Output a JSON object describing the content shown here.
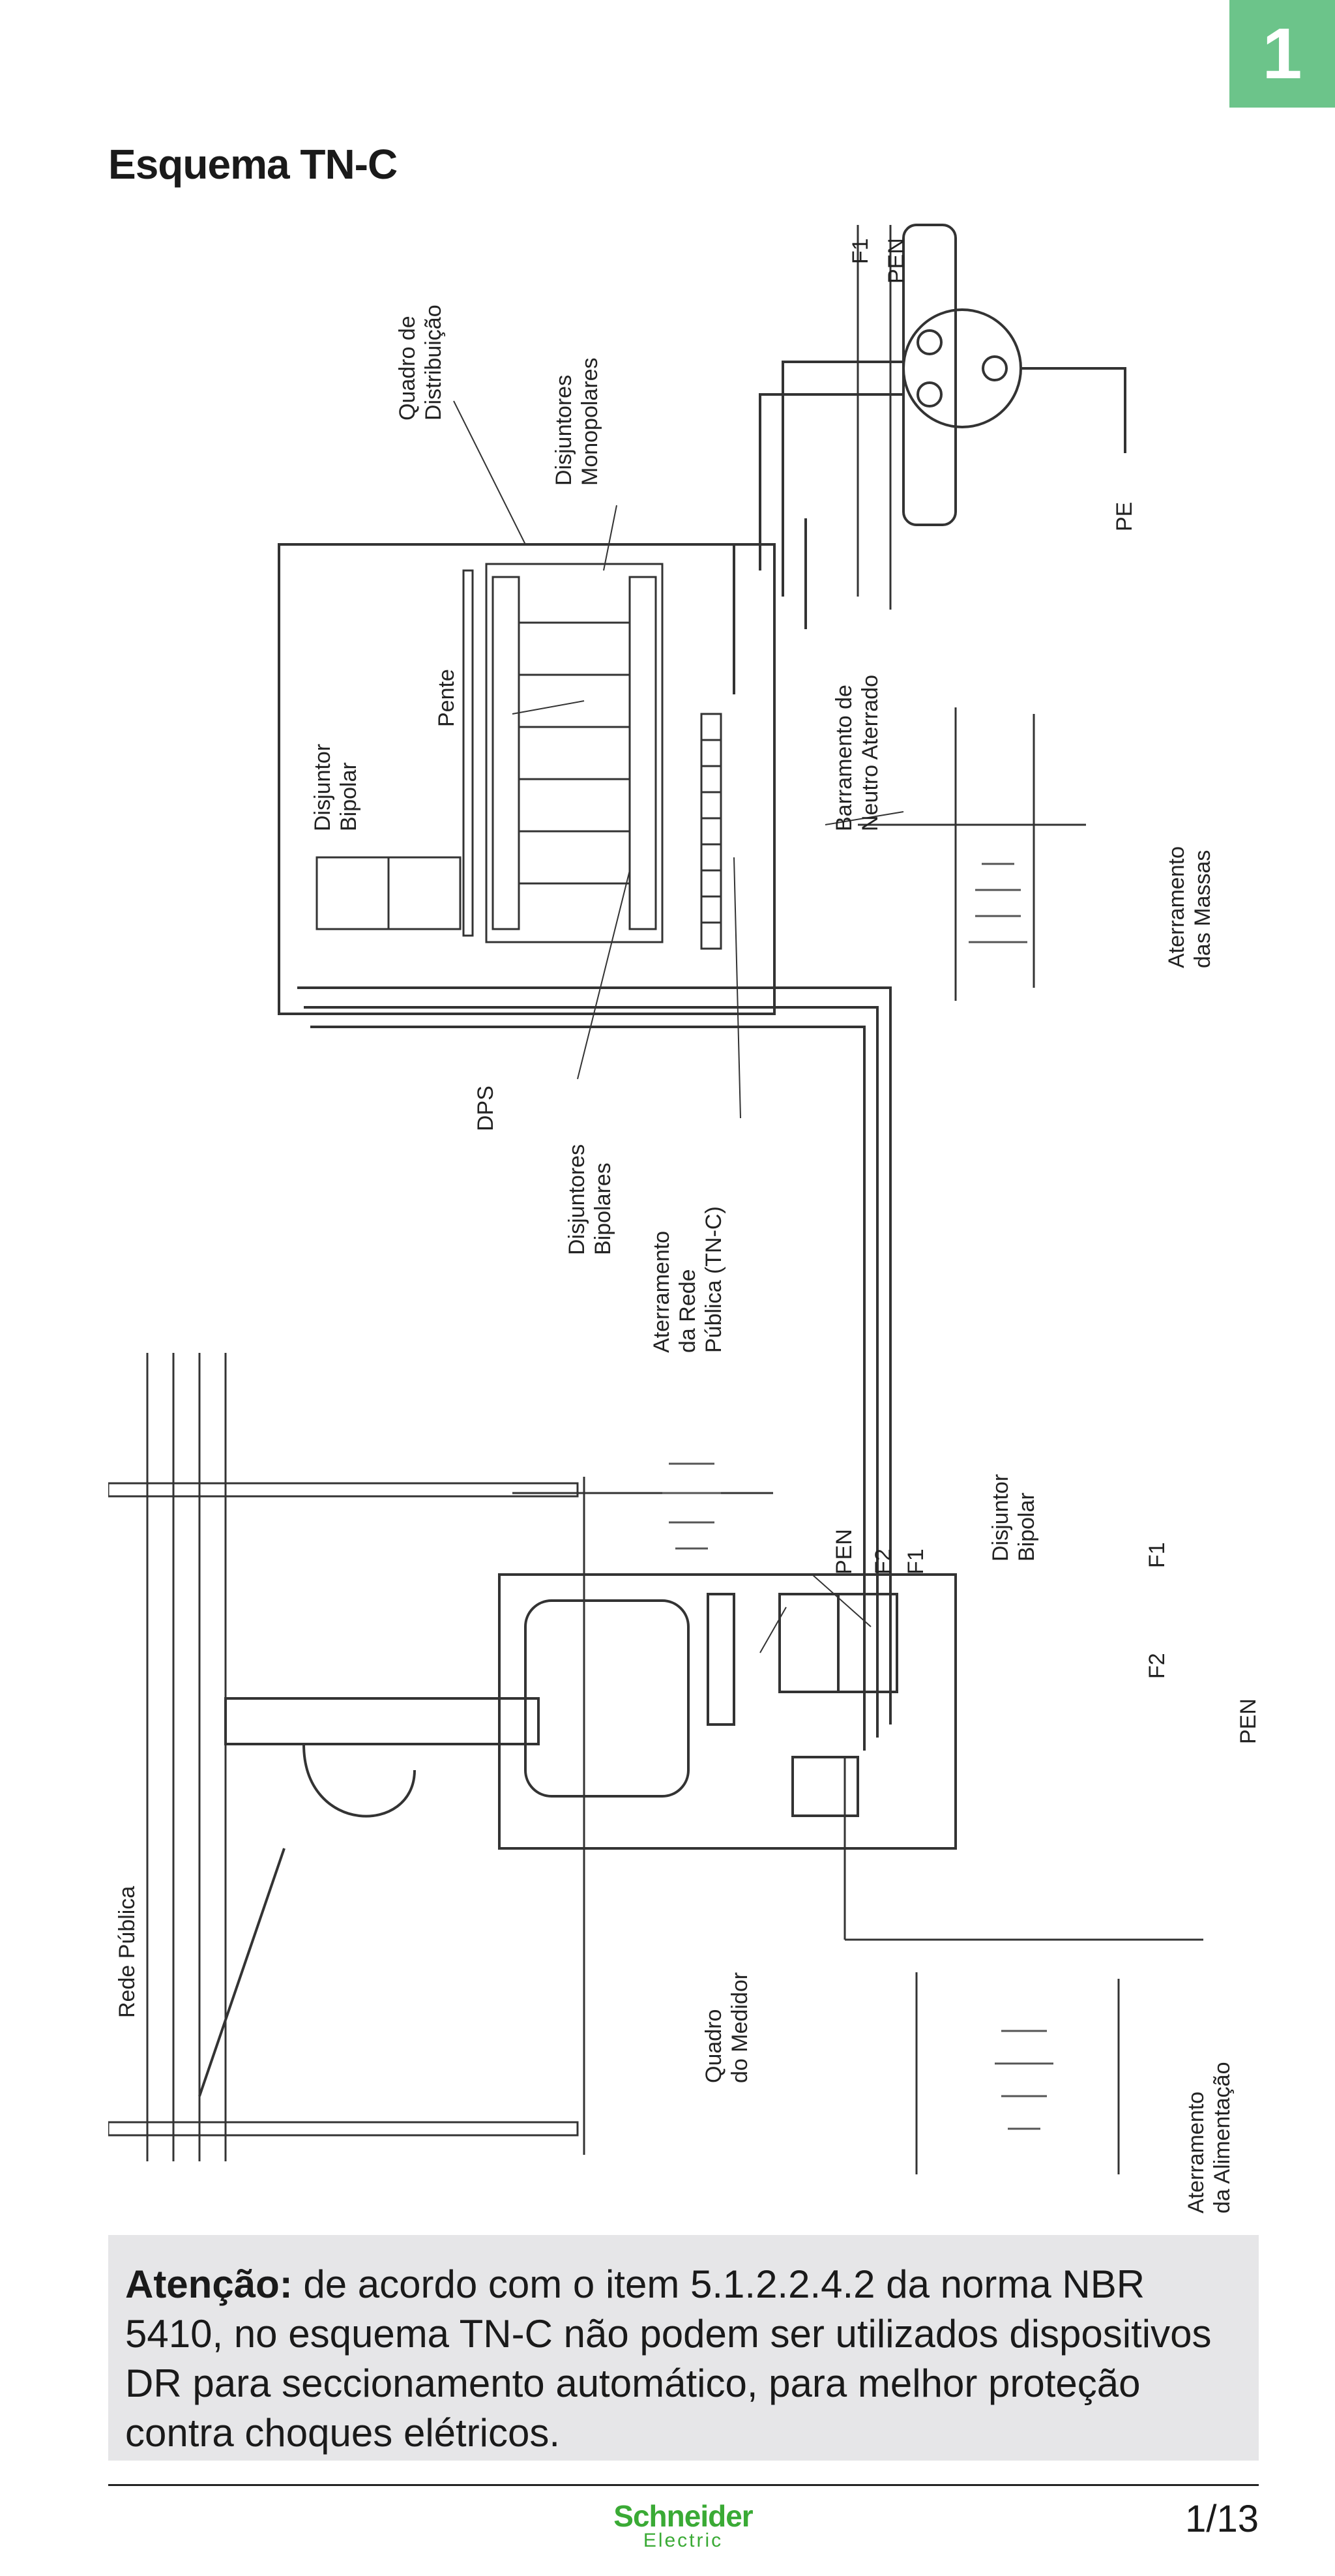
{
  "chapter": "1",
  "title": "Esquema TN-C",
  "labels": {
    "quadro_distribuicao": [
      "Quadro de",
      "Distribuição"
    ],
    "disjuntores_monopolares": [
      "Disjuntores",
      "Monopolares"
    ],
    "pente": "Pente",
    "disjuntor_bipolar_top": [
      "Disjuntor",
      "Bipolar"
    ],
    "barramento_neutro": [
      "Barramento de",
      "Neutro Aterrado"
    ],
    "aterramento_massas": [
      "Aterramento",
      "das Massas"
    ],
    "dps": "DPS",
    "disjuntores_bipolares": [
      "Disjuntores",
      "Bipolares"
    ],
    "aterramento_rede": [
      "Aterramento",
      "da Rede",
      "Pública (TN-C)"
    ],
    "rede_publica": "Rede Pública",
    "quadro_medidor": [
      "Quadro",
      "do Medidor"
    ],
    "aterramento_alimentacao": [
      "Aterramento",
      "da Alimentação"
    ],
    "disjuntor_bipolar_bottom": [
      "Disjuntor",
      "Bipolar"
    ],
    "f1_top": "F1",
    "pen_top": "PEN",
    "pe_top": "PE",
    "pen_meter": "PEN",
    "f2_meter": "F2",
    "f1_meter": "F1",
    "f1_out": "F1",
    "f2_out": "F2",
    "pen_out": "PEN"
  },
  "notice": {
    "bold": "Atenção:",
    "text": " de acordo com o item 5.1.2.2.4.2 da norma NBR 5410, no esquema TN-C não podem ser utilizados dispositivos DR para seccionamento automático, para melhor proteção contra choques elétricos."
  },
  "footer": {
    "brand_top": "Schneider",
    "brand_bottom": "Electric",
    "page": "1/13"
  }
}
